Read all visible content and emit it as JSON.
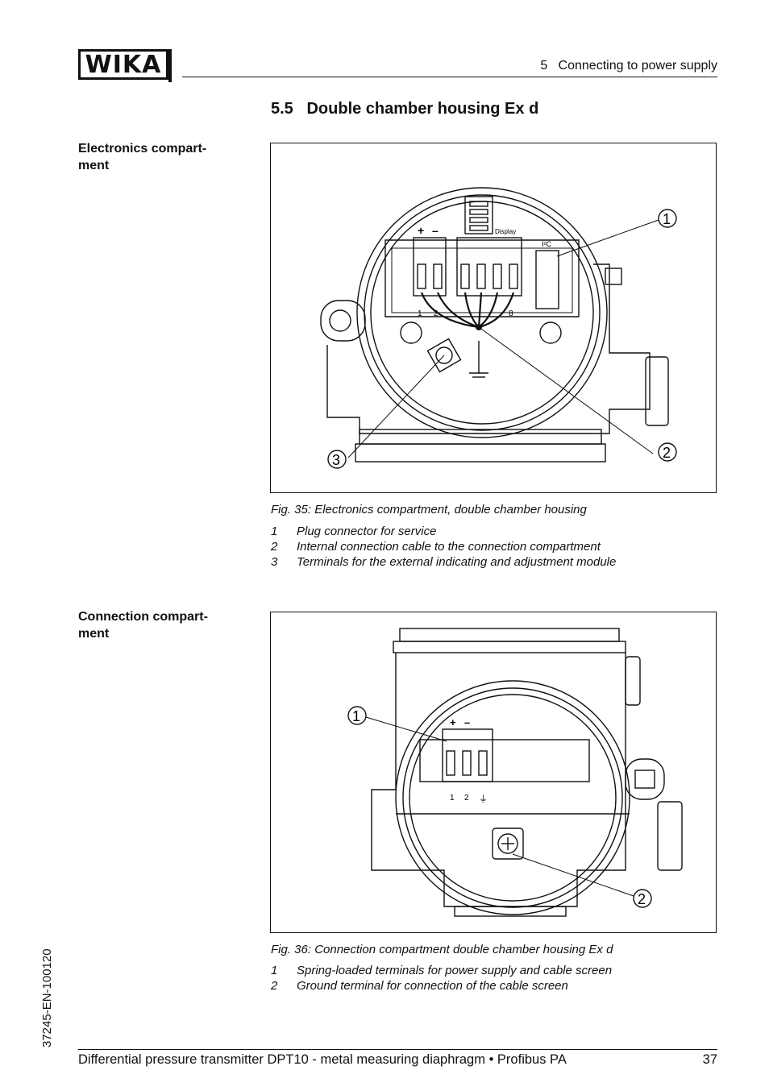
{
  "header": {
    "logo_text": "WIKA",
    "section": "5   Connecting to power supply"
  },
  "section_title": "5.5   Double chamber housing Ex d",
  "electronics": {
    "side_label": "Electronics compart-\nment",
    "figure_labels": {
      "plus": "+",
      "minus": "–",
      "display": "Display",
      "i2c": "I²C",
      "t1": "1",
      "t2": "2",
      "t8": "8"
    },
    "callouts": [
      "1",
      "2",
      "3"
    ],
    "caption": "Fig. 35: Electronics compartment, double chamber housing",
    "legend": [
      {
        "num": "1",
        "text": "Plug connector for service"
      },
      {
        "num": "2",
        "text": "Internal connection cable to the connection compartment"
      },
      {
        "num": "3",
        "text": "Terminals for the external indicating and adjustment module"
      }
    ]
  },
  "connection": {
    "side_label": "Connection compart-\nment",
    "figure_labels": {
      "plus": "+",
      "minus": "–",
      "t1": "1",
      "t2": "2",
      "ground": "⏚"
    },
    "callouts": [
      "1",
      "2"
    ],
    "caption": "Fig. 36: Connection compartment double chamber housing Ex d",
    "legend": [
      {
        "num": "1",
        "text": "Spring-loaded terminals for power supply and cable screen"
      },
      {
        "num": "2",
        "text": "Ground terminal for connection of the cable screen"
      }
    ]
  },
  "footer": {
    "text": "Differential pressure transmitter DPT10 - metal measuring diaphragm • Profibus PA",
    "page": "37",
    "doc_number": "37245-EN-100120"
  }
}
